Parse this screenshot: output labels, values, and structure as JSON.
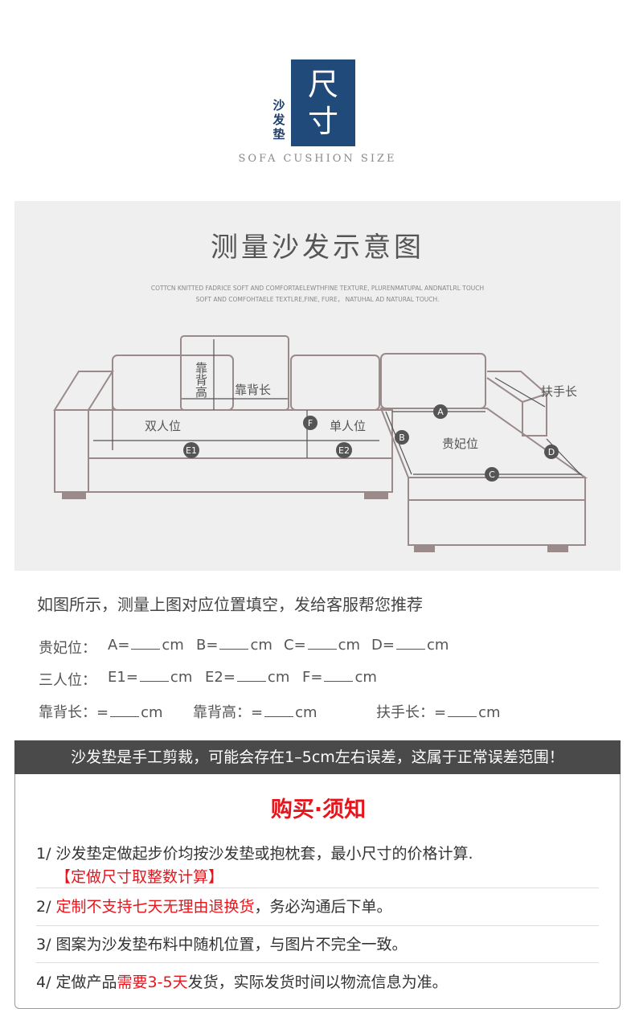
{
  "header": {
    "side_text": "沙发垫",
    "box_text_1": "尺",
    "box_text_2": "寸",
    "english": "SOFA CUSHION SIZE"
  },
  "diagram": {
    "title": "测量沙发示意图",
    "subtitle_1": "COTTCN KNITTED FADRICE SOFT AND COMFORTAELEWTHFINE TEXTURE, PLURENMATUPAL ANDNATLRL TOUCH",
    "subtitle_2": "SOFT AND COMFOHTAELE TEXTLRE,FINE, FURE， NATUHAL AD NATURAL TOUCH.",
    "labels": {
      "back_height": "靠背高",
      "back_length": "靠背长",
      "two_seat": "双人位",
      "one_seat": "单人位",
      "chaise": "贵妃位",
      "armrest_length": "扶手长"
    },
    "markers": [
      "A",
      "B",
      "C",
      "D",
      "E1",
      "E2",
      "F"
    ]
  },
  "measure": {
    "intro": "如图所示，测量上图对应位置填空，发给客服帮您推荐",
    "row1_label": "贵妃位：",
    "row1": [
      {
        "prefix": "A=",
        "unit": "cm"
      },
      {
        "prefix": "B=",
        "unit": "cm"
      },
      {
        "prefix": "C=",
        "unit": "cm"
      },
      {
        "prefix": "D=",
        "unit": "cm"
      }
    ],
    "row2_label": "三人位：",
    "row2": [
      {
        "prefix": "E1=",
        "unit": "cm"
      },
      {
        "prefix": "E2=",
        "unit": "cm"
      },
      {
        "prefix": "F=",
        "unit": "cm"
      }
    ],
    "row3": [
      {
        "prefix": "靠背长：=",
        "unit": "cm"
      },
      {
        "prefix": "靠背高：=",
        "unit": "cm"
      },
      {
        "prefix": "扶手长：=",
        "unit": "cm"
      }
    ]
  },
  "banner": "沙发垫是手工剪裁，可能会存在1–5cm左右误差，这属于正常误差范围！",
  "notice": {
    "title": "购买·须知",
    "item1": "1/ 沙发垫定做起步价均按沙发垫或抱枕套，最小尺寸的价格计算.",
    "item1_note": "【定做尺寸取整数计算】",
    "item2_num": "2/ ",
    "item2_red": "定制不支持七天无理由退换货",
    "item2_rest": "，务必沟通后下单。",
    "item3": "3/ 图案为沙发垫布料中随机位置，与图片不完全一致。",
    "item4_num": "4/ 定做产品",
    "item4_red": "需要3-5天",
    "item4_rest": "发货，实际发货时间以物流信息为准。"
  },
  "colors": {
    "logo_blue": "#1f4a7a",
    "accent_red": "#e8141c",
    "banner_gray": "#4a4a4a",
    "panel_bg": "#efefef"
  }
}
